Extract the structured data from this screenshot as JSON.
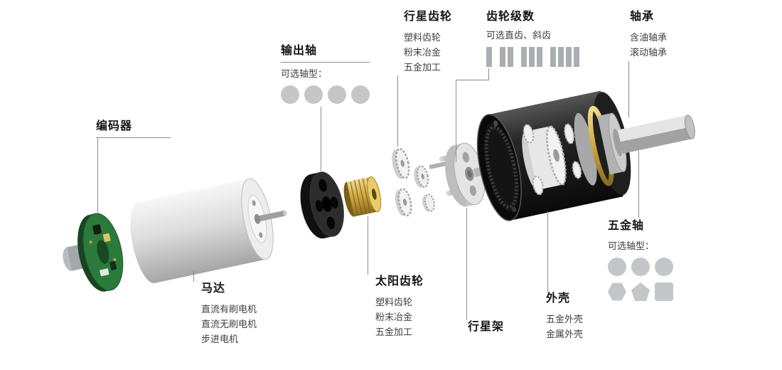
{
  "page": {
    "background": "#ffffff"
  },
  "labels": {
    "encoder": {
      "title": "编码器"
    },
    "output_shaft": {
      "title": "输出轴",
      "subtitle": "可选轴型："
    },
    "planetary_gear": {
      "title": "行星齿轮",
      "items": [
        "塑料齿轮",
        "粉末冶金",
        "五金加工"
      ]
    },
    "gear_stages": {
      "title": "齿轮级数",
      "subtitle": "可选直齿、斜齿"
    },
    "bearing": {
      "title": "轴承",
      "items": [
        "含油轴承",
        "滚动轴承"
      ]
    },
    "metal_shaft": {
      "title": "五金轴",
      "subtitle": "可选轴型："
    },
    "motor": {
      "title": "马达",
      "items": [
        "直流有刷电机",
        "直流无刷电机",
        "步进电机"
      ]
    },
    "sun_gear": {
      "title": "太阳齿轮",
      "items": [
        "塑料齿轮",
        "粉末冶金",
        "五金加工"
      ]
    },
    "planet_carrier": {
      "title": "行星架"
    },
    "housing": {
      "title": "外壳",
      "items": [
        "五金外壳",
        "金属外壳"
      ]
    }
  },
  "icons": {
    "shaft_type_circle_count": 4,
    "gear_stage_groups": [
      1,
      2,
      3,
      4
    ],
    "metal_shaft_rows": [
      [
        "circle",
        "circle",
        "circle"
      ],
      [
        "hexagon",
        "pentagon",
        "square"
      ]
    ]
  },
  "colors": {
    "shape_gray": "#c4c7ca",
    "bar_gray": "#abaeb1",
    "leader_line": "#8c8c8c",
    "pcb_green": "#2b7a3c",
    "brass_gold": "#d7b44a",
    "housing_black": "#1c1c1c"
  }
}
